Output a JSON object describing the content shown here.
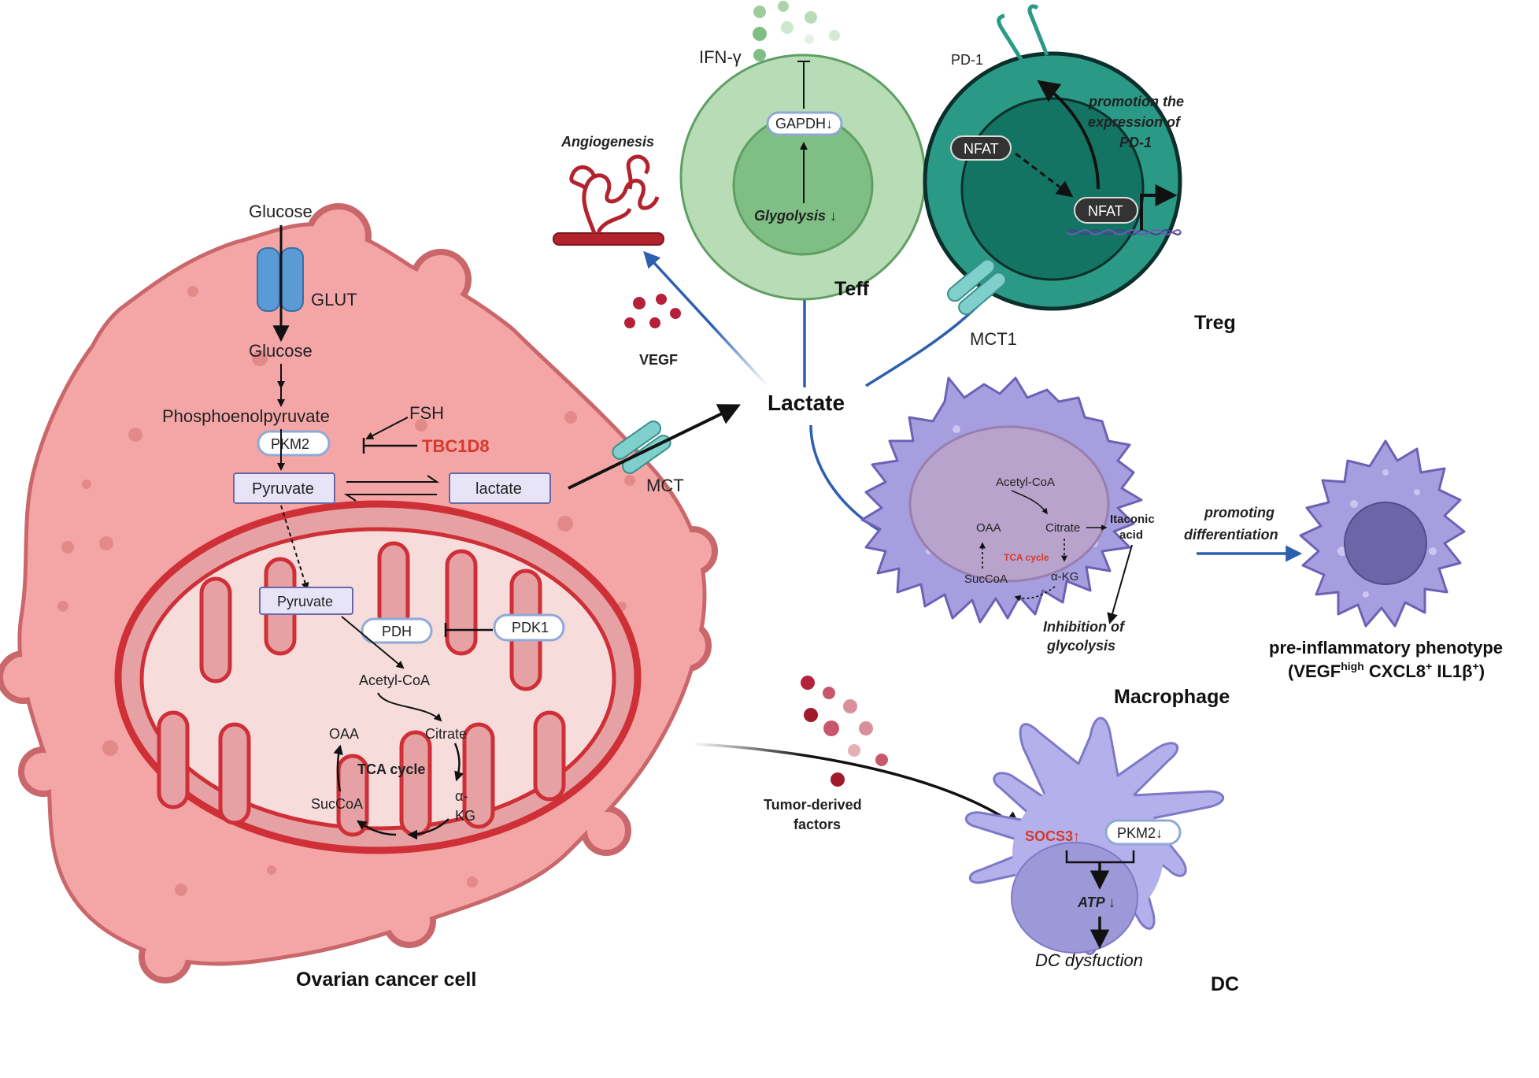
{
  "colors": {
    "cancer_cell": "#f4a6a6",
    "cancer_membrane": "#c9676b",
    "mito_outer": "#cf2f36",
    "mito_matrix": "#f7dcdc",
    "teff_outer": "#b8dcb6",
    "teff_inner": "#7fbf85",
    "treg_outer": "#2a9a87",
    "treg_inner": "#137463",
    "macrophage": "#a79ee0",
    "dc": "#b3b0ec",
    "arrow_blue": "#2d5fb0",
    "highlight_red": "#d33a2c"
  },
  "cancer": {
    "title": "Ovarian cancer cell",
    "glucose_out": "Glucose",
    "glut": "GLUT",
    "glucose_in": "Glucose",
    "pep": "Phosphoenolpyruvate",
    "fsh": "FSH",
    "pkm2": "PKM2",
    "tbc1d8": "TBC1D8",
    "pyruvate": "Pyruvate",
    "lactate": "lactate",
    "mct": "MCT"
  },
  "mito": {
    "pyruvate": "Pyruvate",
    "pdh": "PDH",
    "pdk1": "PDK1",
    "acetyl_coa": "Acetyl-CoA",
    "oaa": "OAA",
    "citrate": "Citrate",
    "tca": "TCA cycle",
    "succoa": "SucCoA",
    "akg_1": "α-",
    "akg_2": "KG"
  },
  "center": {
    "lactate": "Lactate",
    "vegf": "VEGF",
    "angiogenesis": "Angiogenesis",
    "tumor_factors_1": "Tumor-derived",
    "tumor_factors_2": "factors"
  },
  "teff": {
    "name": "Teff",
    "ifn": "IFN-γ",
    "gapdh": "GAPDH↓",
    "glycolysis": "Glygolysis ↓"
  },
  "treg": {
    "name": "Treg",
    "pd1": "PD-1",
    "nfat_cyto": "NFAT",
    "nfat_nuc": "NFAT",
    "promo_1": "promotion the",
    "promo_2": "expression of",
    "promo_3": "PD-1",
    "mct1": "MCT1"
  },
  "macrophage": {
    "name": "Macrophage",
    "acetyl_coa": "Acetyl-CoA",
    "oaa": "OAA",
    "citrate": "Citrate",
    "itaconic_1": "Itaconic",
    "itaconic_2": "acid",
    "tca": "TCA cycle",
    "succoa": "SucCoA",
    "akg": "α-KG",
    "inhib_1": "Inhibition of",
    "inhib_2": "glycolysis",
    "promoting_1": "promoting",
    "promoting_2": "differentiation",
    "phenotype_1": "pre-inflammatory  phenotype",
    "phenotype_2a": "(VEGF",
    "phenotype_2sup1": "high",
    "phenotype_2b": " CXCL8",
    "phenotype_2sup2": "+",
    "phenotype_2c": " IL1β",
    "phenotype_2sup3": "+",
    "phenotype_2d": ")"
  },
  "dc": {
    "name": "DC",
    "socs3": "SOCS3↑",
    "pkm2": "PKM2↓",
    "atp": "ATP ↓",
    "dysfunction": "DC dysfuction"
  }
}
